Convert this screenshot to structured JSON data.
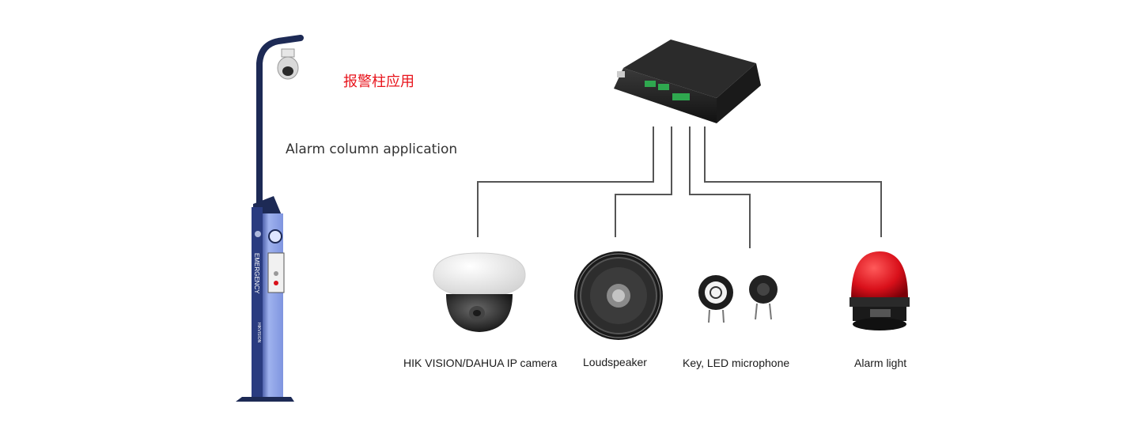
{
  "header": {
    "title_cn": "报警柱应用",
    "title_en": "Alarm column application"
  },
  "pole": {
    "panel_text": "EMERGENCY",
    "brand_text": "HIKVISION"
  },
  "devices": [
    {
      "id": "ip-camera",
      "label": "HIK VISION/DAHUA IP camera"
    },
    {
      "id": "loudspeaker",
      "label": "Loudspeaker"
    },
    {
      "id": "key-mic",
      "label": "Key, LED microphone"
    },
    {
      "id": "alarm-light",
      "label": "Alarm light"
    }
  ],
  "colors": {
    "title_cn": "#e8141c",
    "pole_blue": "#8ea3e6",
    "pole_dark": "#1d2a55",
    "wire": "#555555",
    "alarm_red": "#d9101a"
  }
}
